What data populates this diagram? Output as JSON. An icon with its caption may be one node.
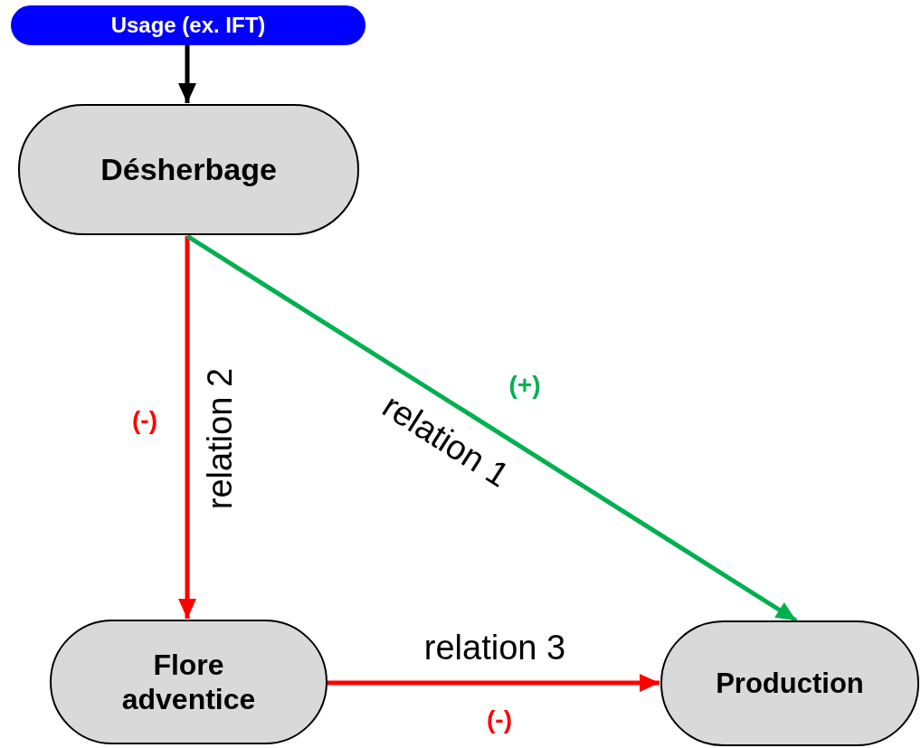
{
  "diagram": {
    "nodes": [
      {
        "text": [
          "Usage (ex. IFT)"
        ]
      },
      {
        "text": [
          "Désherbage"
        ]
      },
      {
        "text": [
          "Flore adventice"
        ]
      },
      {
        "text": [
          "Production"
        ]
      }
    ],
    "edges": [
      {
        "from": 0,
        "to": 1,
        "arrow": "to",
        "color": "#000000"
      },
      {
        "from": 1,
        "to": 2,
        "arrow": "to",
        "label": "relation 2",
        "color": "#ff0000"
      },
      {
        "from": 1,
        "to": 3,
        "arrow": "to",
        "label": "relation 1",
        "color": "#00b050"
      },
      {
        "from": 2,
        "to": 3,
        "arrow": "to",
        "label": "relation 3",
        "color": "#ff0000"
      }
    ],
    "labels": [
      "(+)",
      "(-)",
      "(-)"
    ]
  }
}
